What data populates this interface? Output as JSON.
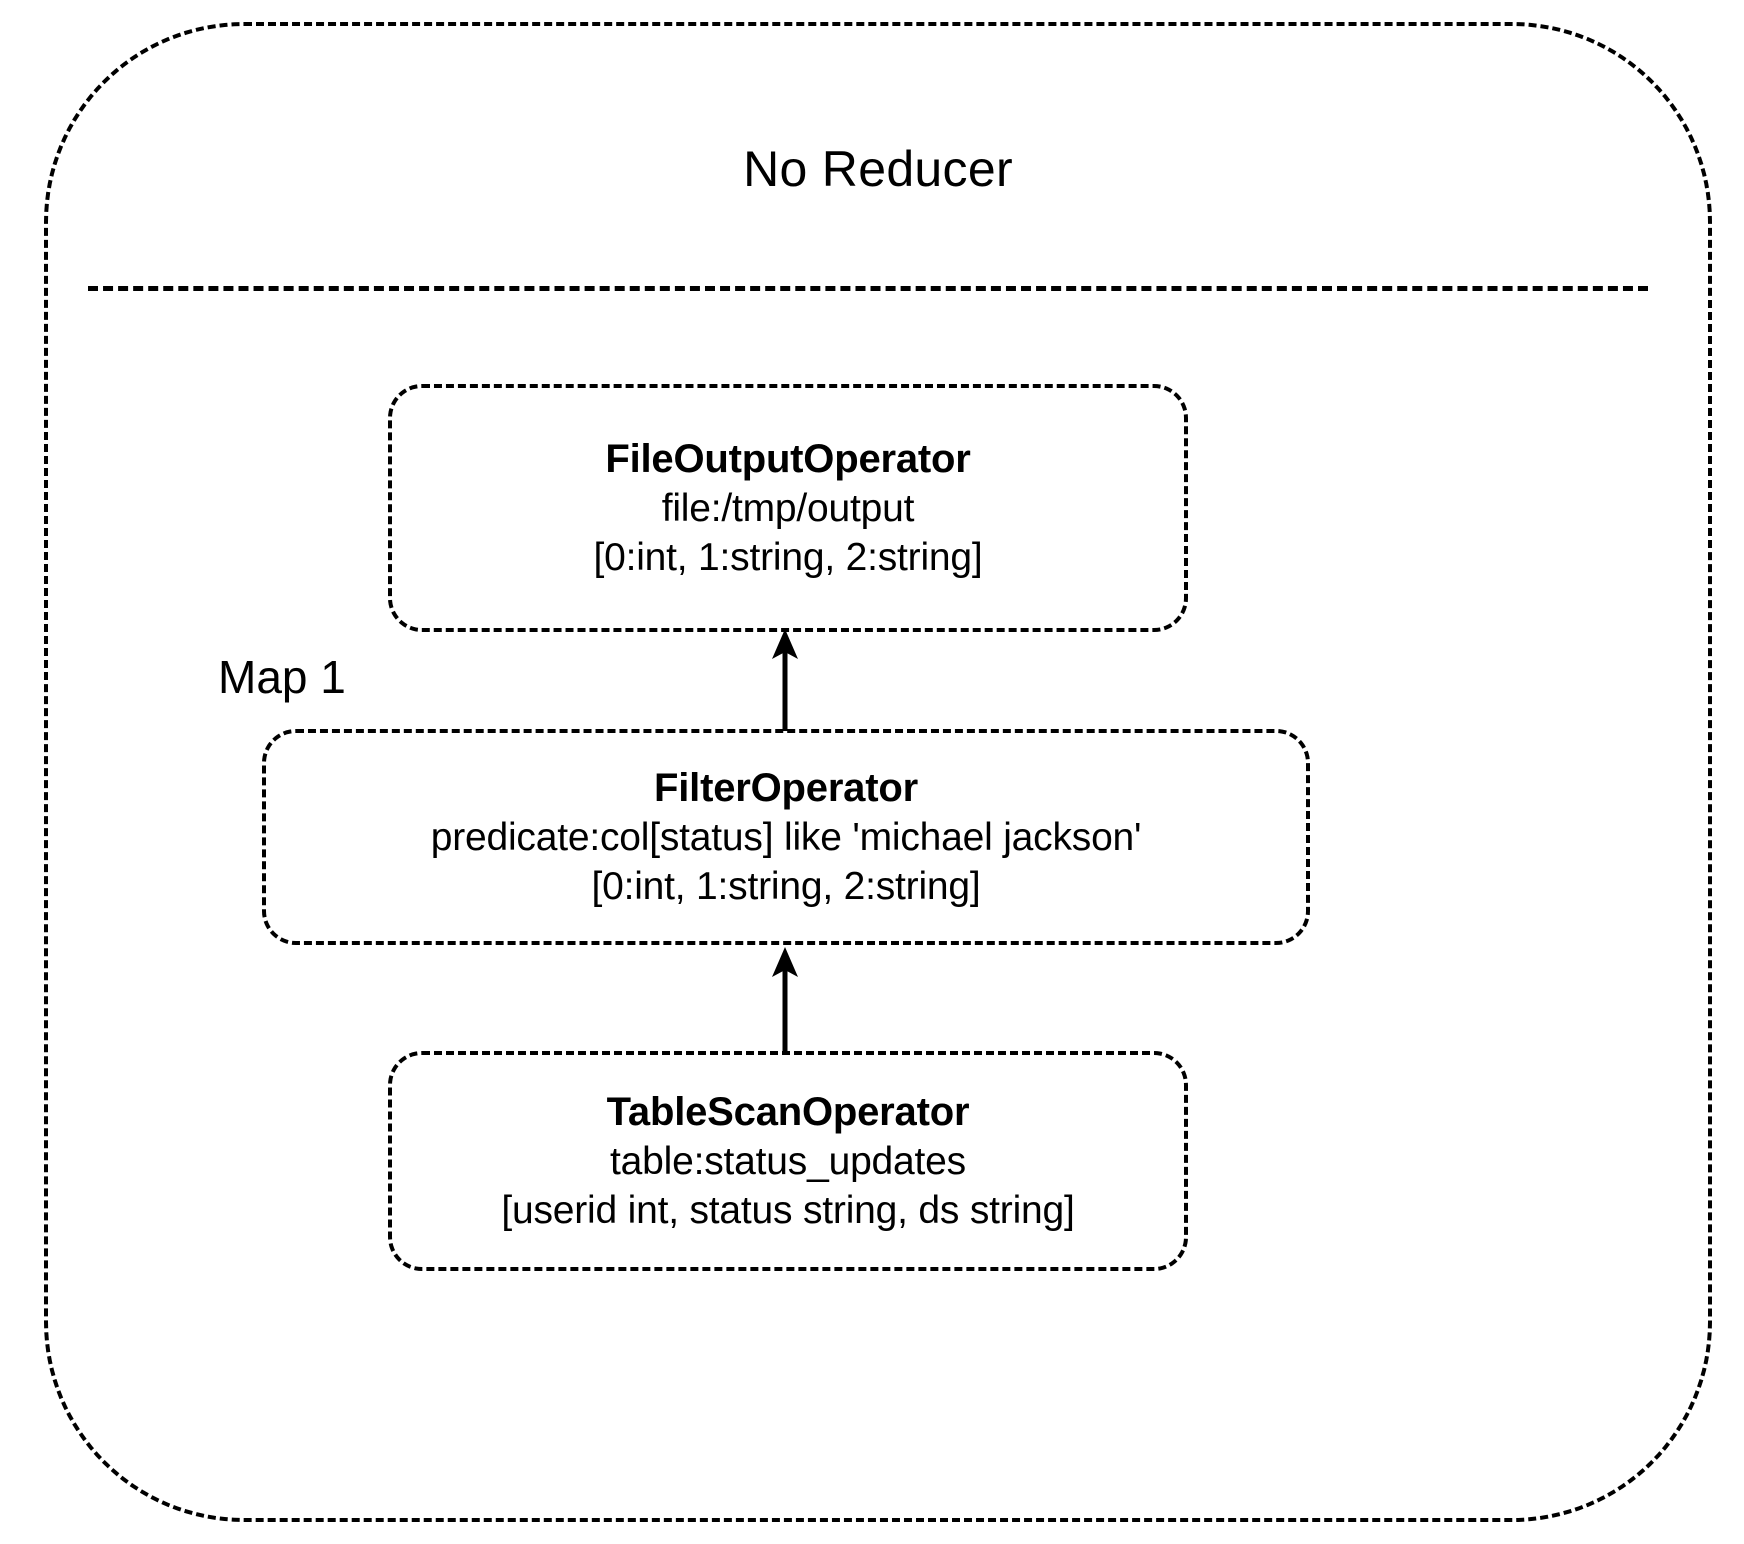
{
  "diagram": {
    "stage": {
      "title": "No Reducer",
      "vertex_label": "Map 1"
    },
    "nodes": [
      {
        "id": "file-output-operator",
        "title": "FileOutputOperator",
        "detail": "file:/tmp/output",
        "schema": "[0:int, 1:string, 2:string]"
      },
      {
        "id": "filter-operator",
        "title": "FilterOperator",
        "detail": "predicate:col[status] like 'michael jackson'",
        "schema": "[0:int, 1:string, 2:string]"
      },
      {
        "id": "table-scan-operator",
        "title": "TableScanOperator",
        "detail": "table:status_updates",
        "schema": "[userid int, status string, ds string]"
      }
    ],
    "edges": [
      {
        "id": "edge-tablescan-to-filter",
        "from": "table-scan-operator",
        "to": "filter-operator"
      },
      {
        "id": "edge-filter-to-fileoutput",
        "from": "filter-operator",
        "to": "file-output-operator"
      }
    ],
    "colors": {
      "stroke": "#000000",
      "background": "#ffffff",
      "text": "#000000"
    }
  }
}
